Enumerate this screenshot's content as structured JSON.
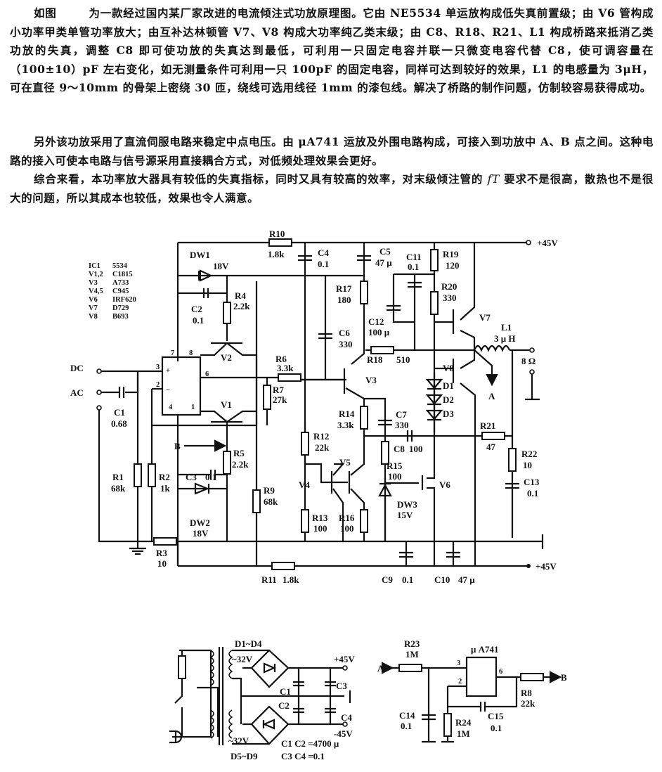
{
  "text": {
    "p1_lead": "如图",
    "p1_body": "为一款经过国内某厂家改进的电流倾注式功放原理图。它由 NE5534 单运放构成低失真前置级；由 V6 管构成小功率甲类单管功率放大；由互补达林顿管 V7、V8 构成大功率纯乙类末级；由 C8、R18、R21、L1 构成桥路来抵消乙类功放的失真，调整 C8 即可使功放的失真达到最低，可利用一只固定电容并联一只微变电容代替 C8，使可调容量在（100±10）pF 左右变化，如无测量条件可利用一只 100pF 的固定电容，同样可达到较好的效果，L1 的电感量为 3μH，可在直径 9～10mm 的骨架上密绕 30 匝，绕线可选用线径 1mm 的漆包线。解决了桥路的制作问题，仿制较容易获得成功。",
    "p2": "另外该功放采用了直流伺服电路来稳定中点电压。由 μA741 运放及外围电路构成，可接入到功放中 A、B 点之间。这种电路的接入可使本电路与信号源采用直接耦合方式，对低频处理效果会更好。",
    "p3_a": "综合来看，本功率放大器具有较低的失真指标，同时又具有较高的效率，对末级倾注管的 ",
    "p3_ft": "fT",
    "p3_b": " 要求不是很高，散热也不是很大的问题，所以其成本也较低，效果也令人满意。"
  },
  "parts_table": [
    {
      "ref": "IC1",
      "part": "5534"
    },
    {
      "ref": "V1,2",
      "part": "C1815"
    },
    {
      "ref": "V3",
      "part": "A733"
    },
    {
      "ref": "V4,5",
      "part": "C945"
    },
    {
      "ref": "V6",
      "part": "IRF620"
    },
    {
      "ref": "V7",
      "part": "D729"
    },
    {
      "ref": "V8",
      "part": "B693"
    }
  ],
  "amp": {
    "inputs": {
      "dc": "DC",
      "ac": "AC"
    },
    "rails": {
      "top": "+45V",
      "bottom": "+45V"
    },
    "output": {
      "load": "8 Ω",
      "tap": "A",
      "servo_in": "B"
    },
    "ic_pins": {
      "p7": "7",
      "p8": "8",
      "p3": "3",
      "p2": "2",
      "p6": "6",
      "p4": "4",
      "p1": "1",
      "plus": "+",
      "minus": "−"
    },
    "components": {
      "R1": {
        "name": "R1",
        "value": "68k"
      },
      "R2": {
        "name": "R2",
        "value": "1k"
      },
      "R3": {
        "name": "R3",
        "value": "10"
      },
      "R4": {
        "name": "R4",
        "value": "2.2k"
      },
      "R5": {
        "name": "R5",
        "value": "2.2k"
      },
      "R6": {
        "name": "R6",
        "value": "3.3k"
      },
      "R7": {
        "name": "R7",
        "value": "27k"
      },
      "R9": {
        "name": "R9",
        "value": "68k"
      },
      "R10": {
        "name": "R10",
        "value": "1.8k"
      },
      "R11": {
        "name": "R11",
        "value": "1.8k"
      },
      "R12": {
        "name": "R12",
        "value": "22k"
      },
      "R13": {
        "name": "R13",
        "value": "100"
      },
      "R14": {
        "name": "R14",
        "value": "3.3k"
      },
      "R15": {
        "name": "R15",
        "value": "100"
      },
      "R16": {
        "name": "R16",
        "value": "100"
      },
      "R17": {
        "name": "R17",
        "value": "180"
      },
      "R18": {
        "name": "R18",
        "value": "510"
      },
      "R19": {
        "name": "R19",
        "value": "120"
      },
      "R20": {
        "name": "R20",
        "value": "330"
      },
      "R21": {
        "name": "R21",
        "value": "47"
      },
      "R22": {
        "name": "R22",
        "value": "10"
      },
      "C1": {
        "name": "C1",
        "value": "0.68"
      },
      "C2": {
        "name": "C2",
        "value": "0.1"
      },
      "C3": {
        "name": "C3",
        "value": "0.1"
      },
      "C4": {
        "name": "C4",
        "value": "0.1"
      },
      "C5": {
        "name": "C5",
        "value": "47 μ"
      },
      "C6": {
        "name": "C6",
        "value": "330"
      },
      "C7": {
        "name": "C7",
        "value": "330"
      },
      "C8": {
        "name": "C8",
        "value": "100"
      },
      "C9": {
        "name": "C9",
        "value": "0.1"
      },
      "C10": {
        "name": "C10",
        "value": "47 μ"
      },
      "C11": {
        "name": "C11",
        "value": "0.1"
      },
      "C12": {
        "name": "C12",
        "value": "100 μ"
      },
      "C13": {
        "name": "C13",
        "value": "0.1"
      },
      "DW1": {
        "name": "DW1",
        "value": "18V"
      },
      "DW2": {
        "name": "DW2",
        "value": "18V"
      },
      "DW3": {
        "name": "DW3",
        "value": "15V"
      },
      "L1": {
        "name": "L1",
        "value": "3 μ H"
      },
      "V1": {
        "name": "V1"
      },
      "V2": {
        "name": "V2"
      },
      "V3": {
        "name": "V3"
      },
      "V4": {
        "name": "V4"
      },
      "V5": {
        "name": "V5"
      },
      "V6": {
        "name": "V6"
      },
      "V7": {
        "name": "V7"
      },
      "V8": {
        "name": "V8"
      },
      "D1": {
        "name": "D1"
      },
      "D2": {
        "name": "D2"
      },
      "D3": {
        "name": "D3"
      }
    }
  },
  "psu": {
    "bridge_top": "D1~D4",
    "bridge_bottom": "D5~D9",
    "sec_top": "~32V",
    "sec_bottom": "~32V",
    "pos_rail": "+45V",
    "neg_rail": "-45V",
    "c1": "C1",
    "c2": "C2",
    "c3": "C3",
    "c4": "C4",
    "note1": "C1 C2 =4700 μ",
    "note2": "C3 C4 =0.1"
  },
  "servo": {
    "ic": "μ A741",
    "in_label": "A",
    "out_label": "B",
    "pin3": "3",
    "pin2": "2",
    "pin6": "6",
    "R23": {
      "name": "R23",
      "value": "1M"
    },
    "R24": {
      "name": "R24",
      "value": "1M"
    },
    "R8": {
      "name": "R8",
      "value": "22k"
    },
    "C14": {
      "name": "C14",
      "value": "0.1"
    },
    "C15": {
      "name": "C15",
      "value": "0.1"
    }
  }
}
